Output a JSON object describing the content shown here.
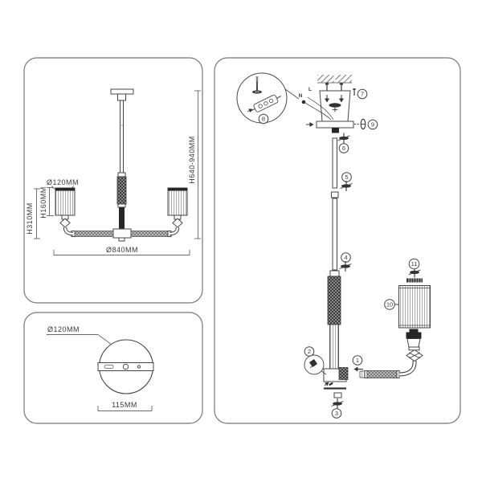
{
  "colors": {
    "ink": "#3a3a3a",
    "panel_border": "#787878",
    "page_bg": "#ffffff",
    "metal_dark": "#262626",
    "metal_gray": "#c9c9c9"
  },
  "panels": {
    "dimensions": {
      "labels": {
        "shade_diameter": "Ø120MM",
        "shade_height": "H160MM",
        "arm_drop_height": "H310MM",
        "overall_height": "H640-940MM",
        "overall_width": "Ø840MM"
      }
    },
    "canopy": {
      "labels": {
        "canopy_diameter": "Ø120MM",
        "mount_hole_spacing": "115MM"
      }
    },
    "assembly": {
      "wire_labels": {
        "neutral": "N",
        "live": "L"
      },
      "callouts": [
        {
          "number": "1"
        },
        {
          "number": "2"
        },
        {
          "number": "3"
        },
        {
          "number": "4"
        },
        {
          "number": "5"
        },
        {
          "number": "6"
        },
        {
          "number": "7"
        },
        {
          "number": "8"
        },
        {
          "number": "9"
        },
        {
          "number": "10"
        },
        {
          "number": "11"
        }
      ]
    }
  }
}
